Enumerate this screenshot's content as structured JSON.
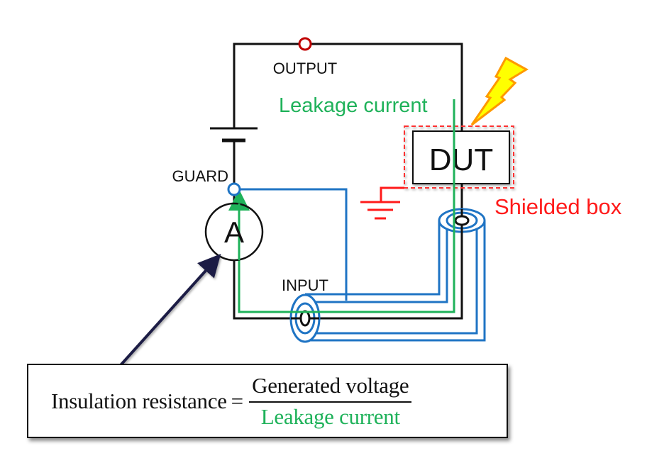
{
  "labels": {
    "output": "OUTPUT",
    "guard": "GUARD",
    "input": "INPUT",
    "ammeter": "A",
    "dut": "DUT",
    "leakage_current": "Leakage current",
    "shielded_box": "Shielded box"
  },
  "formula": {
    "lhs": "Insulation resistance",
    "equals": "=",
    "numerator": "Generated voltage",
    "denominator": "Leakage current"
  },
  "icons": {
    "battery": "battery-symbol",
    "ground": "ground-symbol",
    "lightning": "lightning-bolt",
    "ammeter": "ammeter-symbol",
    "coax_cable": "triaxial-cable"
  },
  "colors": {
    "wire": "#111111",
    "guard_wire": "#1f74c4",
    "leakage_path": "#1fb25a",
    "shield": "#ff1a1a",
    "output_terminal": "#c00000",
    "annotation_arrow": "#1c1f44",
    "lightning_fill": "#ffff00",
    "lightning_stroke": "#ff9900"
  }
}
